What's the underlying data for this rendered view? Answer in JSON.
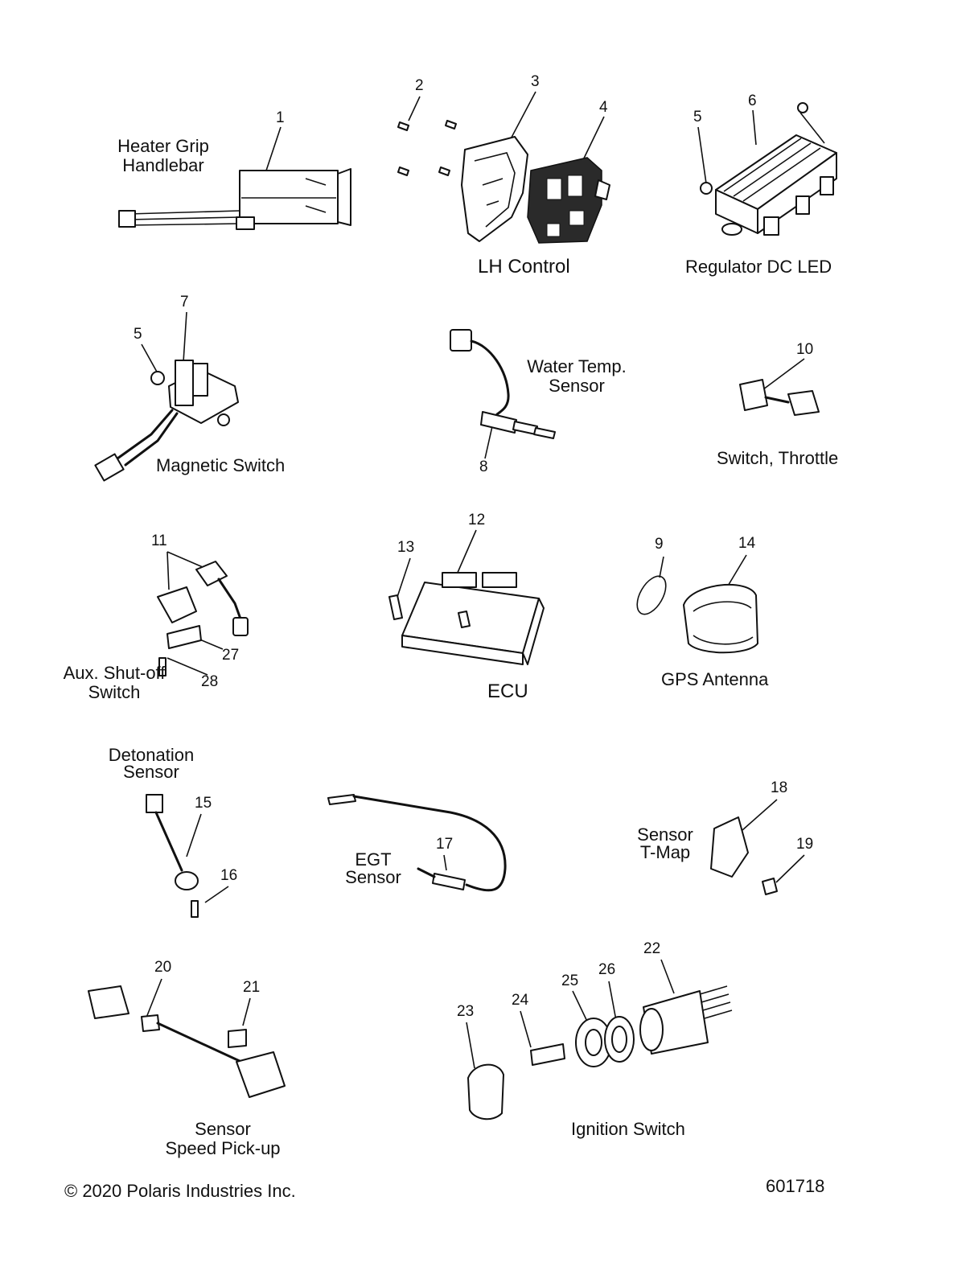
{
  "labels": {
    "heater_grip": "Heater Grip\nHandlebar",
    "lh_control": "LH Control",
    "regulator": "Regulator DC LED",
    "magnetic_switch": "Magnetic Switch",
    "water_temp": "Water Temp.\nSensor",
    "switch_throttle": "Switch, Throttle",
    "aux_shutoff": "Aux. Shut-off\nSwitch",
    "ecu": "ECU",
    "gps_antenna": "GPS Antenna",
    "detonation": "Detonation\nSensor",
    "egt": "EGT\nSensor",
    "tmap": "Sensor\nT-Map",
    "speed_pickup": "Sensor\nSpeed Pick-up",
    "ignition": "Ignition Switch"
  },
  "callouts": [
    "1",
    "2",
    "3",
    "4",
    "5",
    "6",
    "5",
    "7",
    "8",
    "10",
    "11",
    "27",
    "28",
    "13",
    "12",
    "9",
    "14",
    "15",
    "16",
    "17",
    "18",
    "19",
    "20",
    "21",
    "23",
    "24",
    "25",
    "26",
    "22"
  ],
  "footer": {
    "copyright": "© 2020 Polaris Industries Inc.",
    "drawing_number": "601718"
  }
}
